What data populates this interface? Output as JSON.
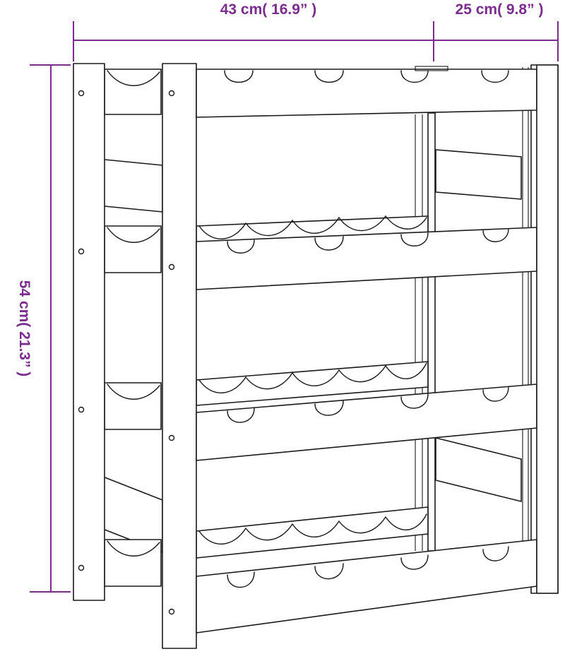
{
  "dimensions": {
    "width_label": "43 cm( 16.9” )",
    "depth_label": "25 cm( 9.8” )",
    "height_label": "54 cm( 21.3” )"
  },
  "colors": {
    "dimension": "#7b2d8e",
    "outline": "#1a1a1a",
    "background": "#ffffff"
  }
}
